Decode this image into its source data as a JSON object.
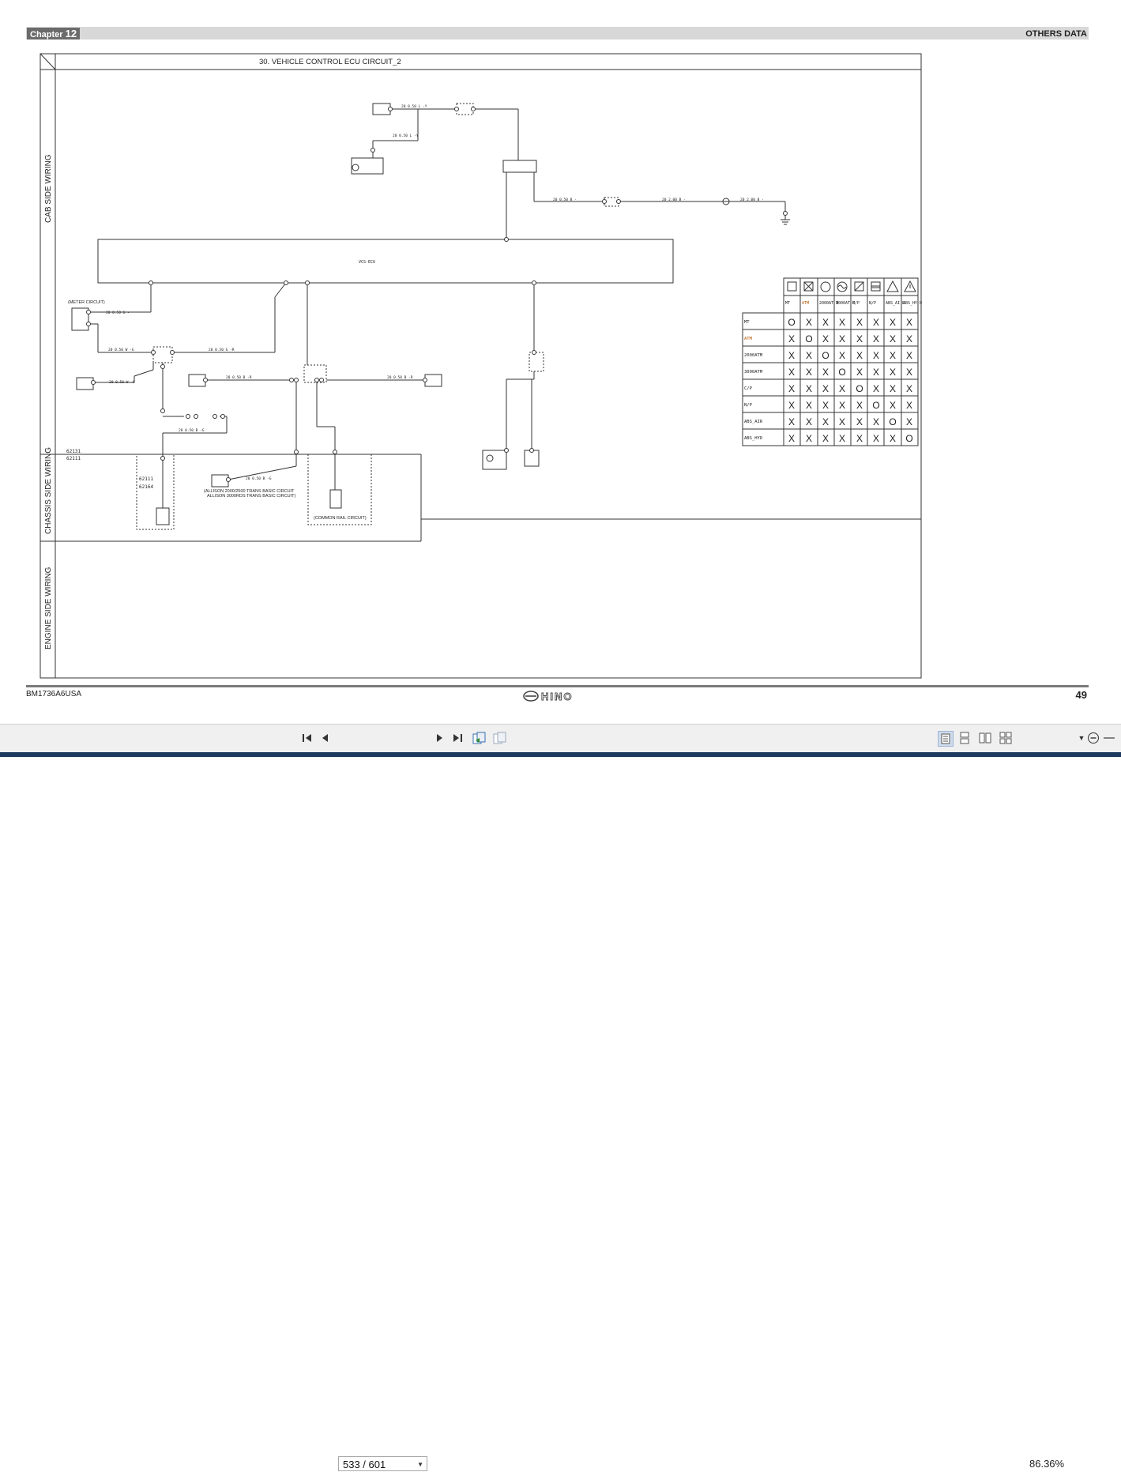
{
  "header": {
    "chapter_label": "Chapter",
    "chapter_number": "12",
    "section": "OTHERS DATA"
  },
  "footer": {
    "doc_code": "BM1736A6USA",
    "page_number": "49",
    "brand": "HINO"
  },
  "diagram": {
    "title": "30. VEHICLE CONTROL ECU CIRCUIT_2",
    "side_labels": [
      "CAB SIDE WIRING",
      "CHASSIS SIDE WIRING",
      "ENGINE SIDE WIRING"
    ],
    "ecu_label": "VCS-ECU",
    "notes": {
      "meter": "(METER CIRCUIT)",
      "allison1": "(ALLISON 2000/2500 TRANS BASIC CIRCUIT",
      "allison2": "ALLISON 3000RDS TRANS BASIC CIRCUIT)",
      "common_rail": "(COMMON RAIL CIRCUIT)",
      "wire_1": "20 0.50 L -Y",
      "wire_2": "20 0.50 L -Y",
      "wire_3": "20 0.50 B -",
      "wire_4": "20 2.00 B -",
      "wire_5": "20 2.00 B -",
      "wire_6": "20 0.50 G -",
      "wire_7": "20 0.50 W -G",
      "wire_8": "20 0.50 G -R",
      "wire_9": "20 0.50 B -R",
      "wire_10": "20 0.50 B -R",
      "wire_11": "20 0.50 W -G",
      "wire_12": "20 0.50 B -G",
      "wire_13": "20 0.50 B -G",
      "conn_1": "62131",
      "conn_2": "62111",
      "conn_3": "62111",
      "conn_4": "62164"
    }
  },
  "legend_table": {
    "columns": [
      "MT",
      "ATM",
      "2000AT M",
      "3000AT M",
      "C/P",
      "N/P",
      "ABS_AI R",
      "ABS_HY D"
    ],
    "rows": [
      {
        "label": "MT",
        "cells": [
          "O",
          "X",
          "X",
          "X",
          "X",
          "X",
          "X",
          "X"
        ]
      },
      {
        "label": "ATM",
        "cells": [
          "X",
          "O",
          "X",
          "X",
          "X",
          "X",
          "X",
          "X"
        ]
      },
      {
        "label": "2000ATM",
        "cells": [
          "X",
          "X",
          "O",
          "X",
          "X",
          "X",
          "X",
          "X"
        ]
      },
      {
        "label": "3000ATM",
        "cells": [
          "X",
          "X",
          "X",
          "O",
          "X",
          "X",
          "X",
          "X"
        ]
      },
      {
        "label": "C/P",
        "cells": [
          "X",
          "X",
          "X",
          "X",
          "O",
          "X",
          "X",
          "X"
        ]
      },
      {
        "label": "N/P",
        "cells": [
          "X",
          "X",
          "X",
          "X",
          "X",
          "O",
          "X",
          "X"
        ]
      },
      {
        "label": "ABS_AIR",
        "cells": [
          "X",
          "X",
          "X",
          "X",
          "X",
          "X",
          "O",
          "X"
        ]
      },
      {
        "label": "ABS_HYD",
        "cells": [
          "X",
          "X",
          "X",
          "X",
          "X",
          "X",
          "X",
          "O"
        ]
      }
    ],
    "accent_color": "#b35400"
  },
  "toolbar": {
    "page_field": "533 / 601",
    "zoom": "86.36%",
    "icons": [
      "first-page-icon",
      "prev-page-icon",
      "next-page-icon",
      "last-page-icon",
      "previous-view-icon",
      "next-view-icon",
      "single-page-icon",
      "continuous-icon",
      "facing-icon",
      "continuous-facing-icon",
      "zoom-dropdown-icon",
      "zoom-out-icon"
    ]
  }
}
